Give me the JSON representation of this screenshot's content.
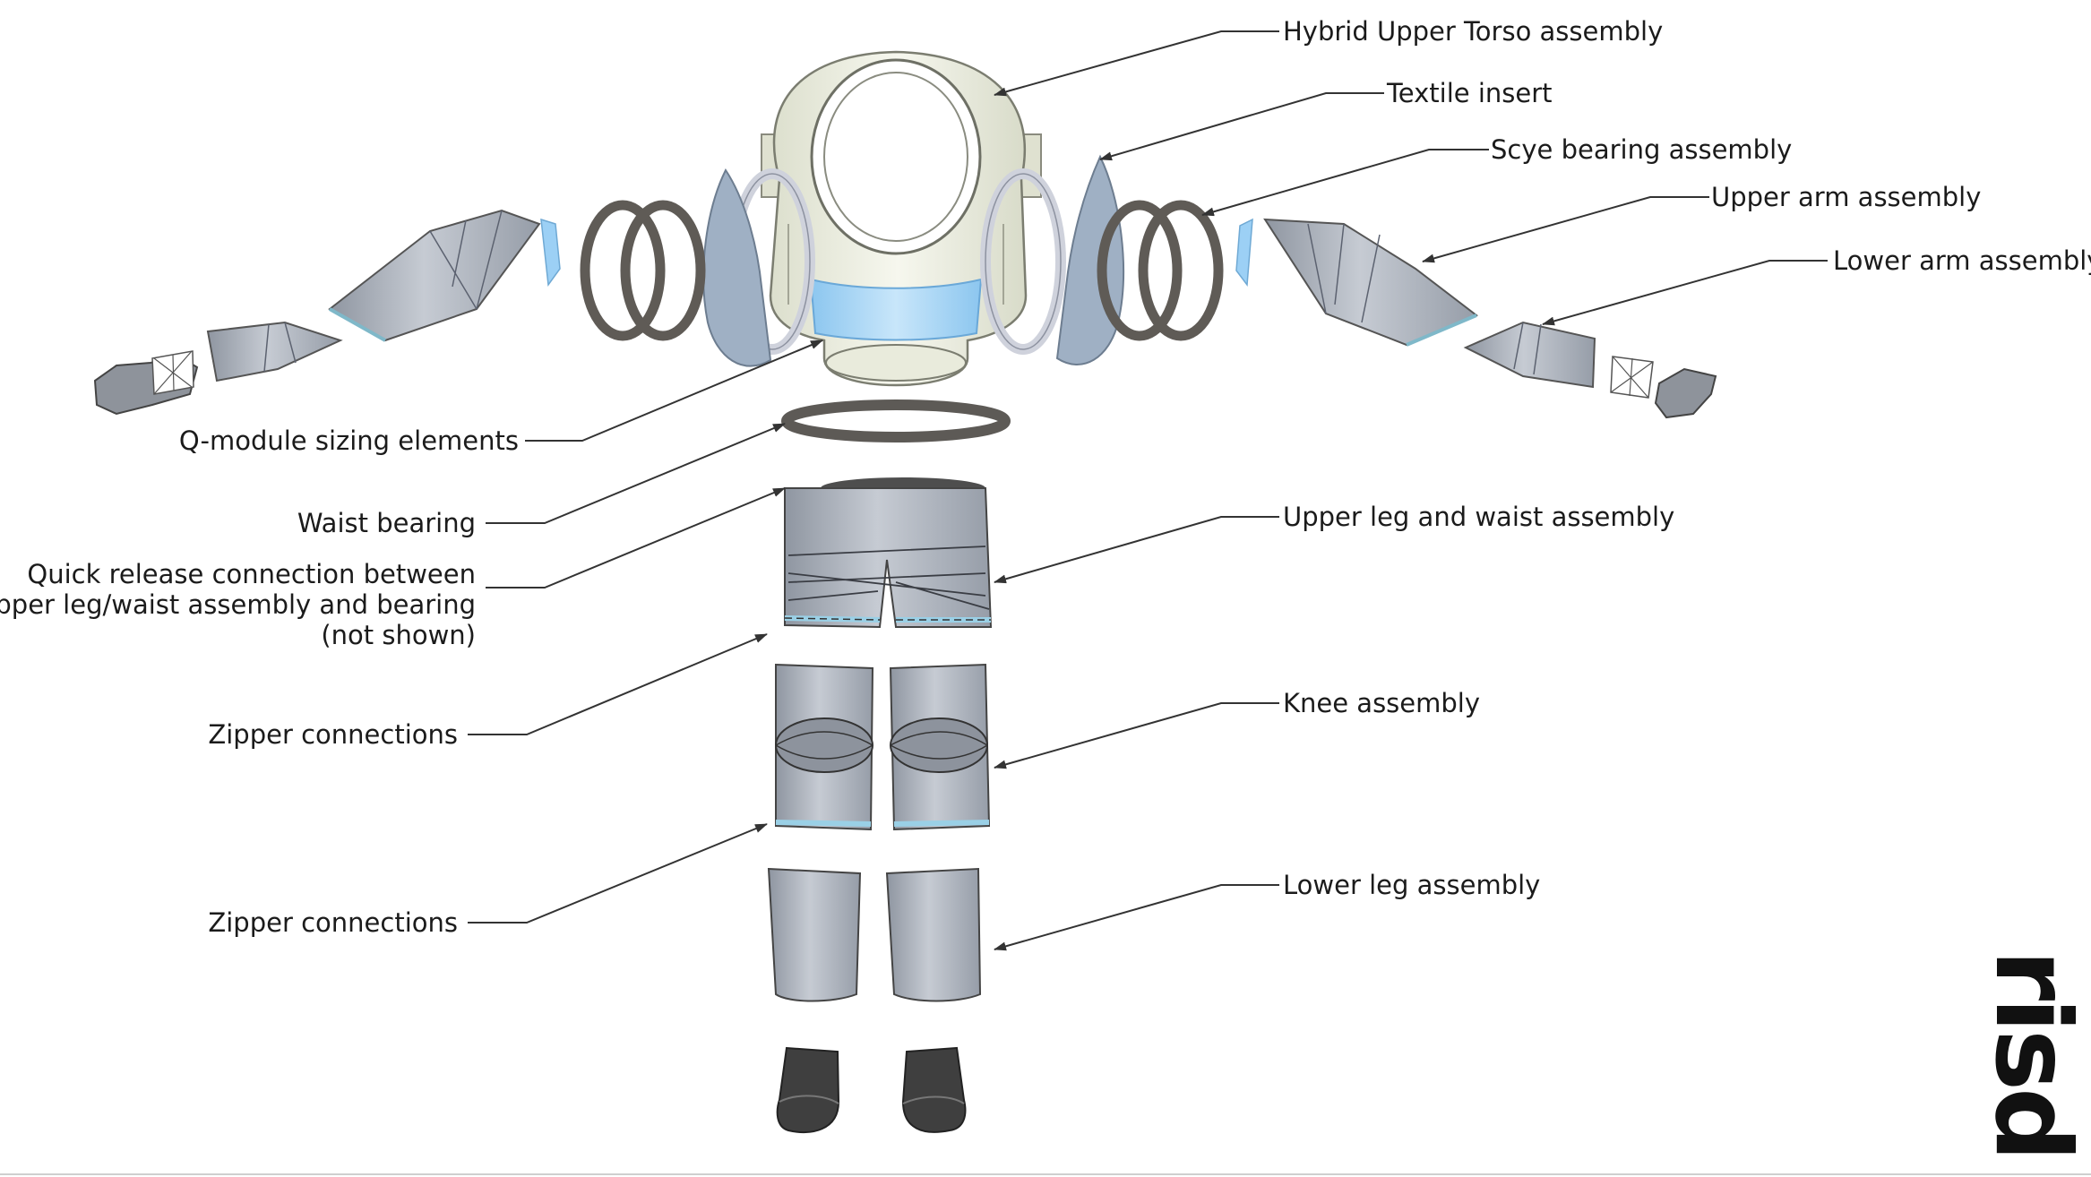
{
  "labels": {
    "hut": "Hybrid Upper Torso assembly",
    "textile": "Textile insert",
    "scye": "Scye bearing assembly",
    "upper_arm": "Upper arm assembly",
    "lower_arm": "Lower arm assembly",
    "qmodule": "Q-module sizing elements",
    "waist_bearing": "Waist bearing",
    "quick_release": "Quick release connection between\nupper leg/waist assembly and bearing\n(not shown)",
    "upper_leg": "Upper leg and waist assembly",
    "zipper1": "Zipper connections",
    "knee": "Knee assembly",
    "zipper2": "Zipper connections",
    "lower_leg": "Lower leg assembly"
  },
  "logo": "risd",
  "colors": {
    "suit_gray": "#a9afb8",
    "suit_gray_light": "#c9ced6",
    "torso_white": "#eef0e2",
    "insert_blue": "#a9d6f5",
    "ring_dark": "#5d5a56",
    "boot_dark": "#3a3a3a",
    "line": "#333333"
  }
}
